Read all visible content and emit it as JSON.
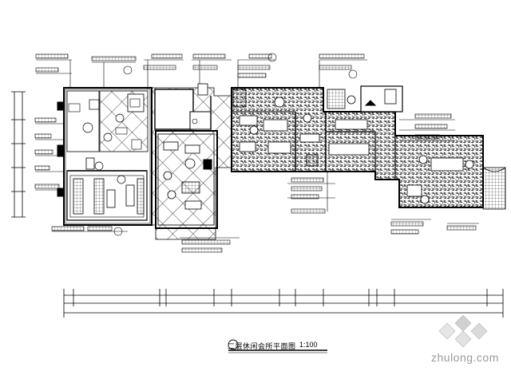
{
  "drawing": {
    "title_label": "二层休闲会所平面图",
    "title_scale": "1:100"
  },
  "watermark": {
    "text": "zhulong.com"
  },
  "colors": {
    "line": "#000000",
    "watermark": "#9a9a9a",
    "background": "#ffffff"
  }
}
